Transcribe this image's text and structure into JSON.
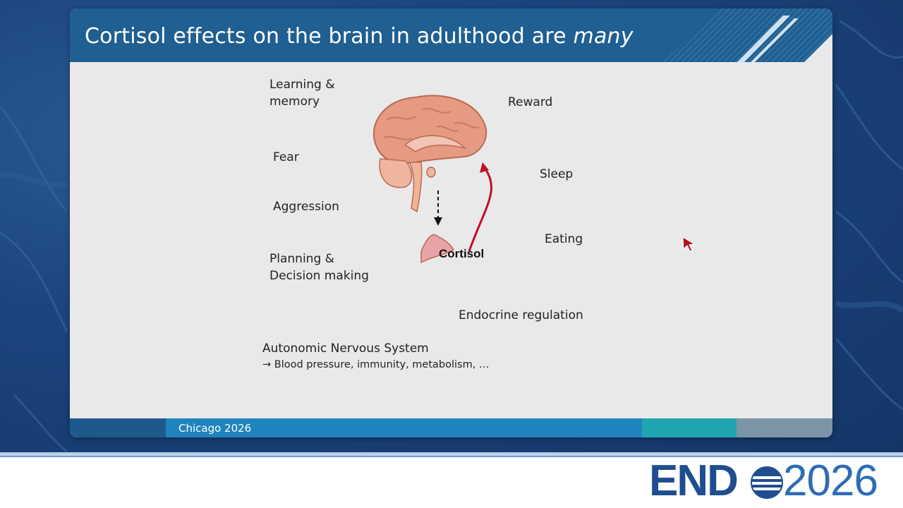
{
  "slide": {
    "title_main": "Cortisol effects on the brain in adulthood are ",
    "title_emphasis": "many",
    "labels": {
      "learning": "Learning &",
      "learning2": "memory",
      "reward": "Reward",
      "fear": "Fear",
      "sleep": "Sleep",
      "aggression": "Aggression",
      "eating": "Eating",
      "planning": "Planning  &",
      "planning2": "Decision making",
      "endocrine": "Endocrine regulation",
      "ans": "Autonomic Nervous System",
      "ans_sub": "→ Blood pressure, immunity, metabolism, …"
    },
    "cortisol_label": "Cortisol"
  },
  "footer": {
    "text": "Chicago 2026"
  },
  "logo": {
    "end": "END",
    "year": "2026"
  },
  "colors": {
    "title_band": "#1f5f92",
    "footer_dark": "#1d5a8c",
    "footer_blue": "#1f83bd",
    "footer_teal": "#20a6b1",
    "footer_grey": "#7b94a6",
    "logo_blue": "#1f4e8f",
    "arrow_red": "#c0102a"
  }
}
